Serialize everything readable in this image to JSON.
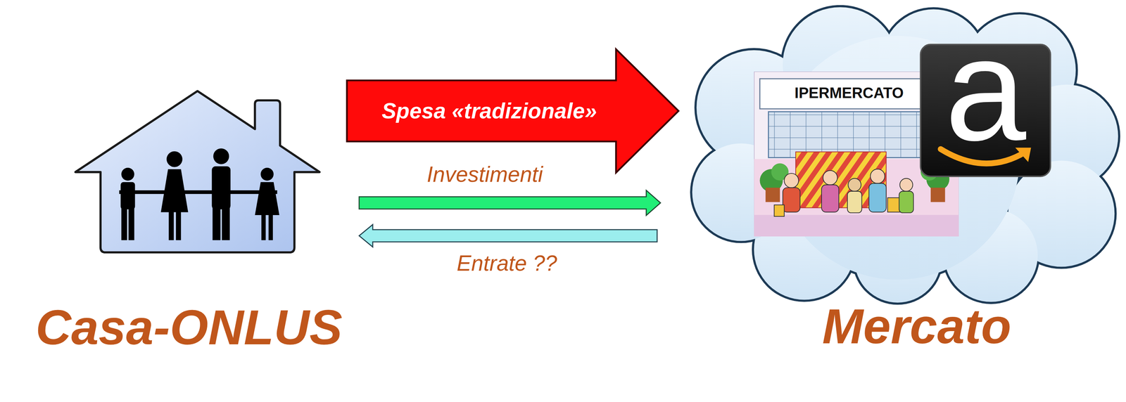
{
  "diagram": {
    "nodes": [
      {
        "text": [
          "Casa-ONLUS"
        ]
      },
      {
        "text": [
          "Mercato"
        ]
      },
      {
        "text": [
          "IPERMERCATO"
        ],
        "in": 1
      },
      {
        "text": [
          "a"
        ],
        "in": 1
      }
    ],
    "edges": [
      {
        "from": 0,
        "to": 1,
        "label": "Spesa «tradizionale»",
        "arrow": "to"
      },
      {
        "from": 0,
        "to": 1,
        "label": "Investimenti",
        "arrow": "to"
      },
      {
        "from": 1,
        "to": 0,
        "label": "Entrate ??",
        "arrow": "to"
      }
    ]
  }
}
